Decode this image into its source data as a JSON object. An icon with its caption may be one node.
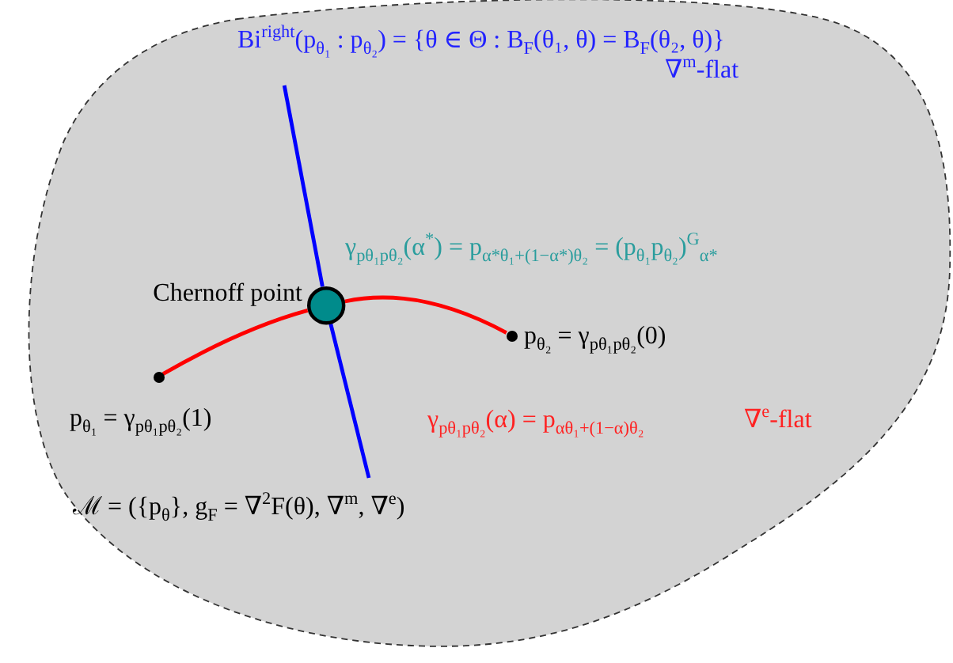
{
  "diagram": {
    "nodes": [
      {
        "text": [
          "ℳ = ({p$_{θ}$}, g$_{F}$ = ∇$^{2}$F(θ), ∇$^{m}$, ∇$^{e}$)"
        ]
      },
      {
        "text": [
          "Bi$^{right}$(p$_{θ₁}$ : p$_{θ₂}$) = {θ ∈ Θ : B$_{F}$(θ₁, θ) = B$_{F}$(θ₂, θ)}",
          "∇$^{m}$-flat"
        ],
        "in": 0
      },
      {
        "text": [],
        "shape": "circle",
        "beside": [
          "Chernoff point",
          "γ$_{pθ₁pθ₂}$(α$^{*}$) = p$_{α*θ₁+(1−α*)θ₂}$ = (p$_{θ₁}$p$_{θ₂}$)$^{G}$$_{α*}$"
        ],
        "in": 0
      },
      {
        "text": [],
        "shape": "circle",
        "beside": [
          "p$_{θ₂}$ = γ$_{pθ₁pθ₂}$(0)"
        ],
        "in": 0
      },
      {
        "text": [],
        "shape": "circle",
        "beside": [
          "p$_{θ₁}$ = γ$_{pθ₁pθ₂}$(1)"
        ],
        "in": 0
      }
    ],
    "edges": [
      {
        "from": 4,
        "to": 2,
        "arrow": "none",
        "color": "#ff0000"
      },
      {
        "from": 2,
        "to": 3,
        "arrow": "none",
        "color": "#ff0000"
      },
      {
        "from": 1,
        "to": 2,
        "arrow": "none",
        "color": "#0000ff"
      },
      {
        "from": 2,
        "to": null,
        "arrow": "none",
        "color": "#0000ff"
      }
    ],
    "labels": [
      "γ$_{pθ₁pθ₂}$(α) = p$_{αθ₁+(1−α)θ₂}$",
      "∇$^{e}$-flat"
    ]
  }
}
